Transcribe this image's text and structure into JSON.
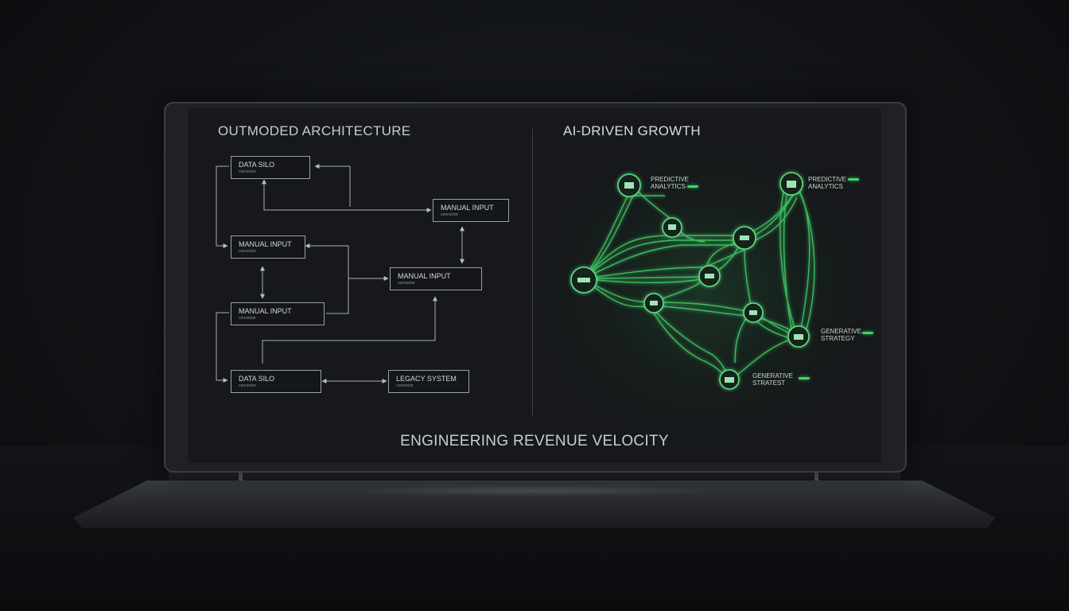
{
  "left_panel": {
    "title": "OUTMODED ARCHITECTURE",
    "boxes": [
      {
        "label": "DATA SILO",
        "sub": "connector"
      },
      {
        "label": "MANUAL INPUT",
        "sub": "connector"
      },
      {
        "label": "MANUAL INPUT",
        "sub": "connector"
      },
      {
        "label": "MANUAL INPUT",
        "sub": "connector"
      },
      {
        "label": "MANUAL INPUT",
        "sub": "connector"
      },
      {
        "label": "DATA SILO",
        "sub": "connector"
      },
      {
        "label": "LEGACY SYSTEM",
        "sub": "connector"
      }
    ]
  },
  "right_panel": {
    "title": "AI-DRIVEN GROWTH",
    "labels": [
      {
        "text": "PREDICTIVE\nANALYTICS"
      },
      {
        "text": "PREDICTIVE\nANALYTICS"
      },
      {
        "text": "GENERATIVE\nSTRATEGY"
      },
      {
        "text": "GENERATIVE\nSTRATEST"
      }
    ],
    "accent_color": "#3fd46a"
  },
  "footer": "ENGINEERING REVENUE VELOCITY"
}
